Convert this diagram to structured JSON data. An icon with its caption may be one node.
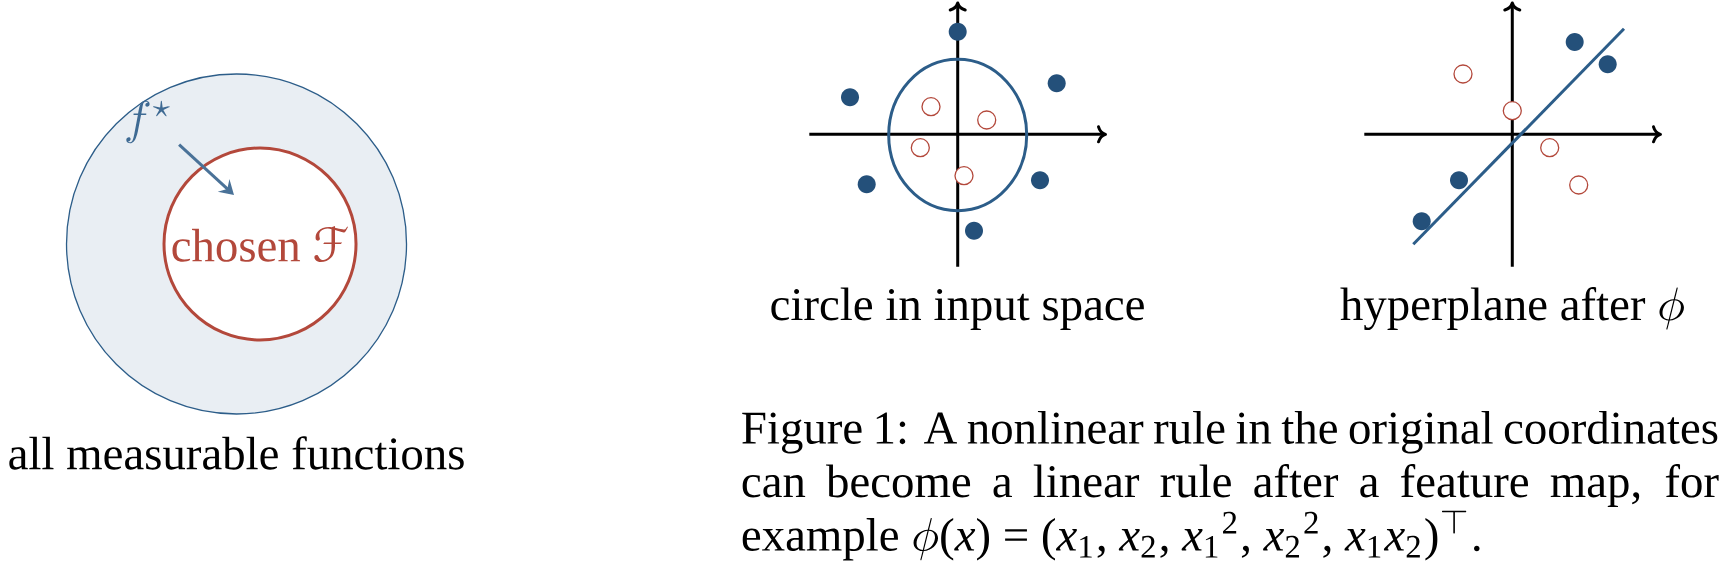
{
  "diagram": {
    "caption": "Figure 1: A nonlinear rule in the original coordinates can become a linear rule after a feature map, for example ϕ(*x*) = (*x*$_{1}$, *x*$_{2}$, *x*$_{1}$$^{2}$, *x*$_{2}$$^{2}$, *x*$_{1}$*x*$_{2}$)$^{⊤}$.",
    "nodes": [
      {
        "text": [
          "all measurable functions"
        ]
      },
      {
        "text": [
          "chosen ℱ"
        ],
        "in": 0
      },
      {
        "text": [
          "f^{\\star}"
        ],
        "in": 0
      }
    ],
    "edges": [
      {
        "from": 2,
        "to": 1,
        "arrow": "to",
        "color": "#4a7298"
      }
    ],
    "labels": [
      "circle in input space",
      "hyperplane after ϕ"
    ]
  }
}
